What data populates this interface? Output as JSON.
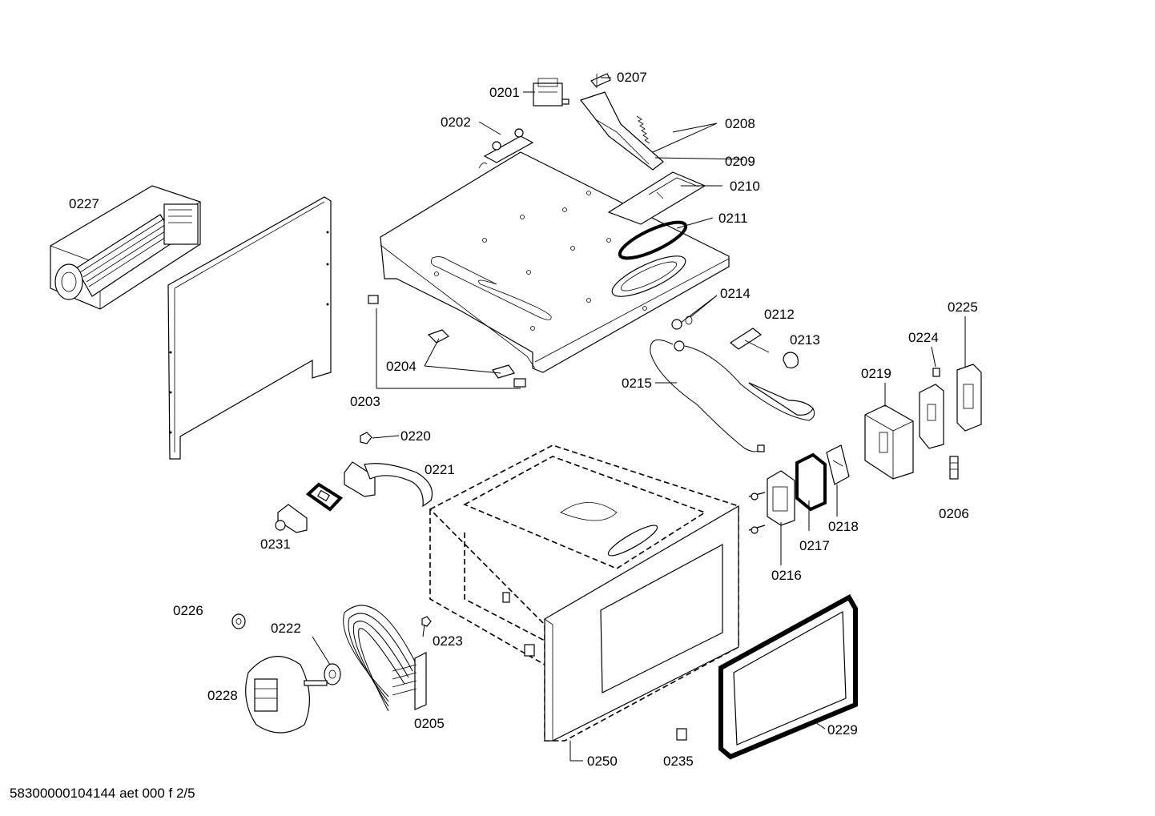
{
  "labels": {
    "p0201": "0201",
    "p0202": "0202",
    "p0203": "0203",
    "p0204": "0204",
    "p0205": "0205",
    "p0206": "0206",
    "p0207": "0207",
    "p0208": "0208",
    "p0209": "0209",
    "p0210": "0210",
    "p0211": "0211",
    "p0212": "0212",
    "p0213": "0213",
    "p0214": "0214",
    "p0215": "0215",
    "p0216": "0216",
    "p0217": "0217",
    "p0218": "0218",
    "p0219": "0219",
    "p0220": "0220",
    "p0221": "0221",
    "p0222": "0222",
    "p0223": "0223",
    "p0224": "0224",
    "p0225": "0225",
    "p0226": "0226",
    "p0227": "0227",
    "p0228": "0228",
    "p0229": "0229",
    "p0231": "0231",
    "p0235": "0235",
    "p0250": "0250"
  },
  "footer": "58300000104144 aet 000 f 2/5"
}
